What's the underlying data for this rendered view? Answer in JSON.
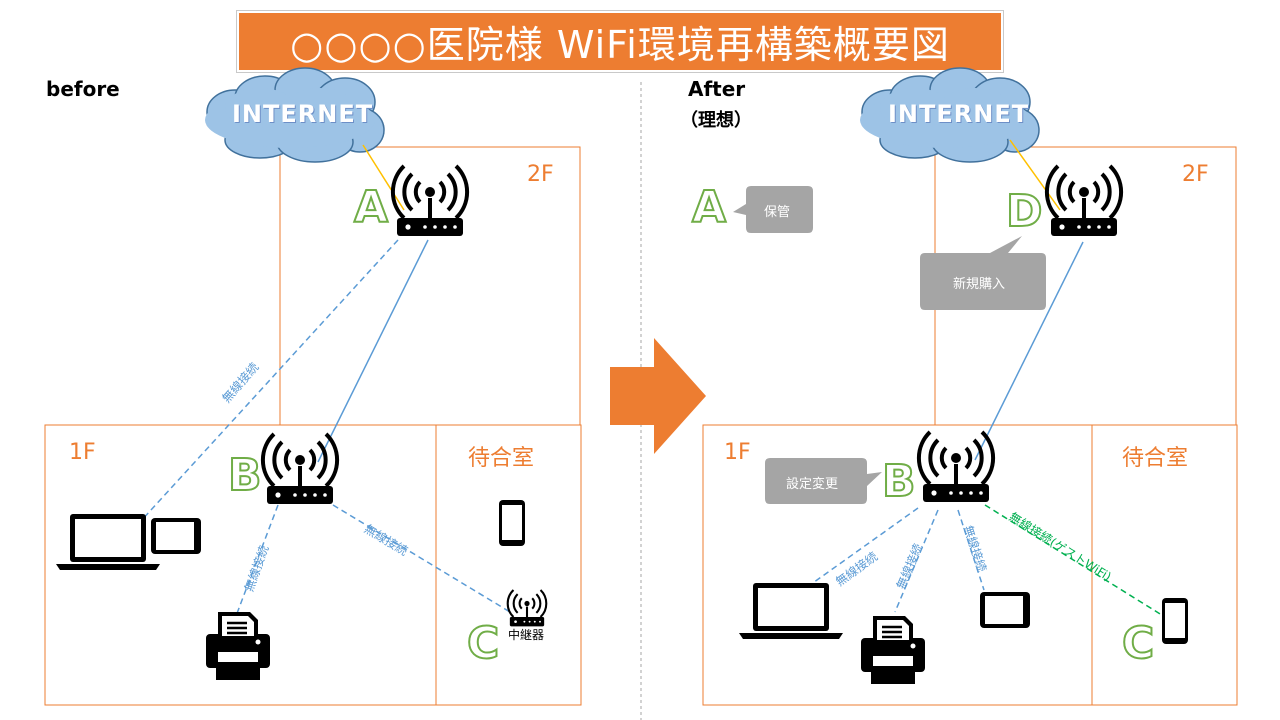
{
  "title": "○○○○医院様 WiFi環境再構築概要図",
  "before": {
    "heading": "before",
    "internet": "INTERNET",
    "room_2f": "2F",
    "room_1f": "1F",
    "waiting_room": "待合室",
    "device_a": "A",
    "device_b": "B",
    "device_c": "C",
    "repeater_label": "中継器",
    "wireless_1": "無線接続",
    "wireless_2": "無線接続",
    "wireless_3": "無線接続"
  },
  "after": {
    "heading": "After",
    "subheading": "（理想）",
    "internet": "INTERNET",
    "room_2f": "2F",
    "room_1f": "1F",
    "waiting_room": "待合室",
    "device_a": "A",
    "device_b": "B",
    "device_c": "C",
    "device_d": "D",
    "callout_storage": "保管",
    "callout_new_purchase": "新規購入",
    "callout_settings_change": "設定変更",
    "wireless_1": "無線接続",
    "wireless_2": "無線接続",
    "wireless_3": "無線接続",
    "wireless_guest": "無線接続(ゲストWiFi)"
  },
  "colors": {
    "accent": "#ED7D31",
    "letter_outline": "#70AD47",
    "wired_line": "#5B9BD5",
    "internet_line": "#FFC000",
    "guest_line": "#00B050",
    "cloud": "#9DC3E6",
    "callout": "#A5A5A5"
  },
  "icons": [
    "wifi-router-icon",
    "laptop-icon",
    "tablet-icon",
    "smartphone-icon",
    "printer-icon",
    "repeater-icon",
    "cloud-icon",
    "arrow-right-icon"
  ]
}
